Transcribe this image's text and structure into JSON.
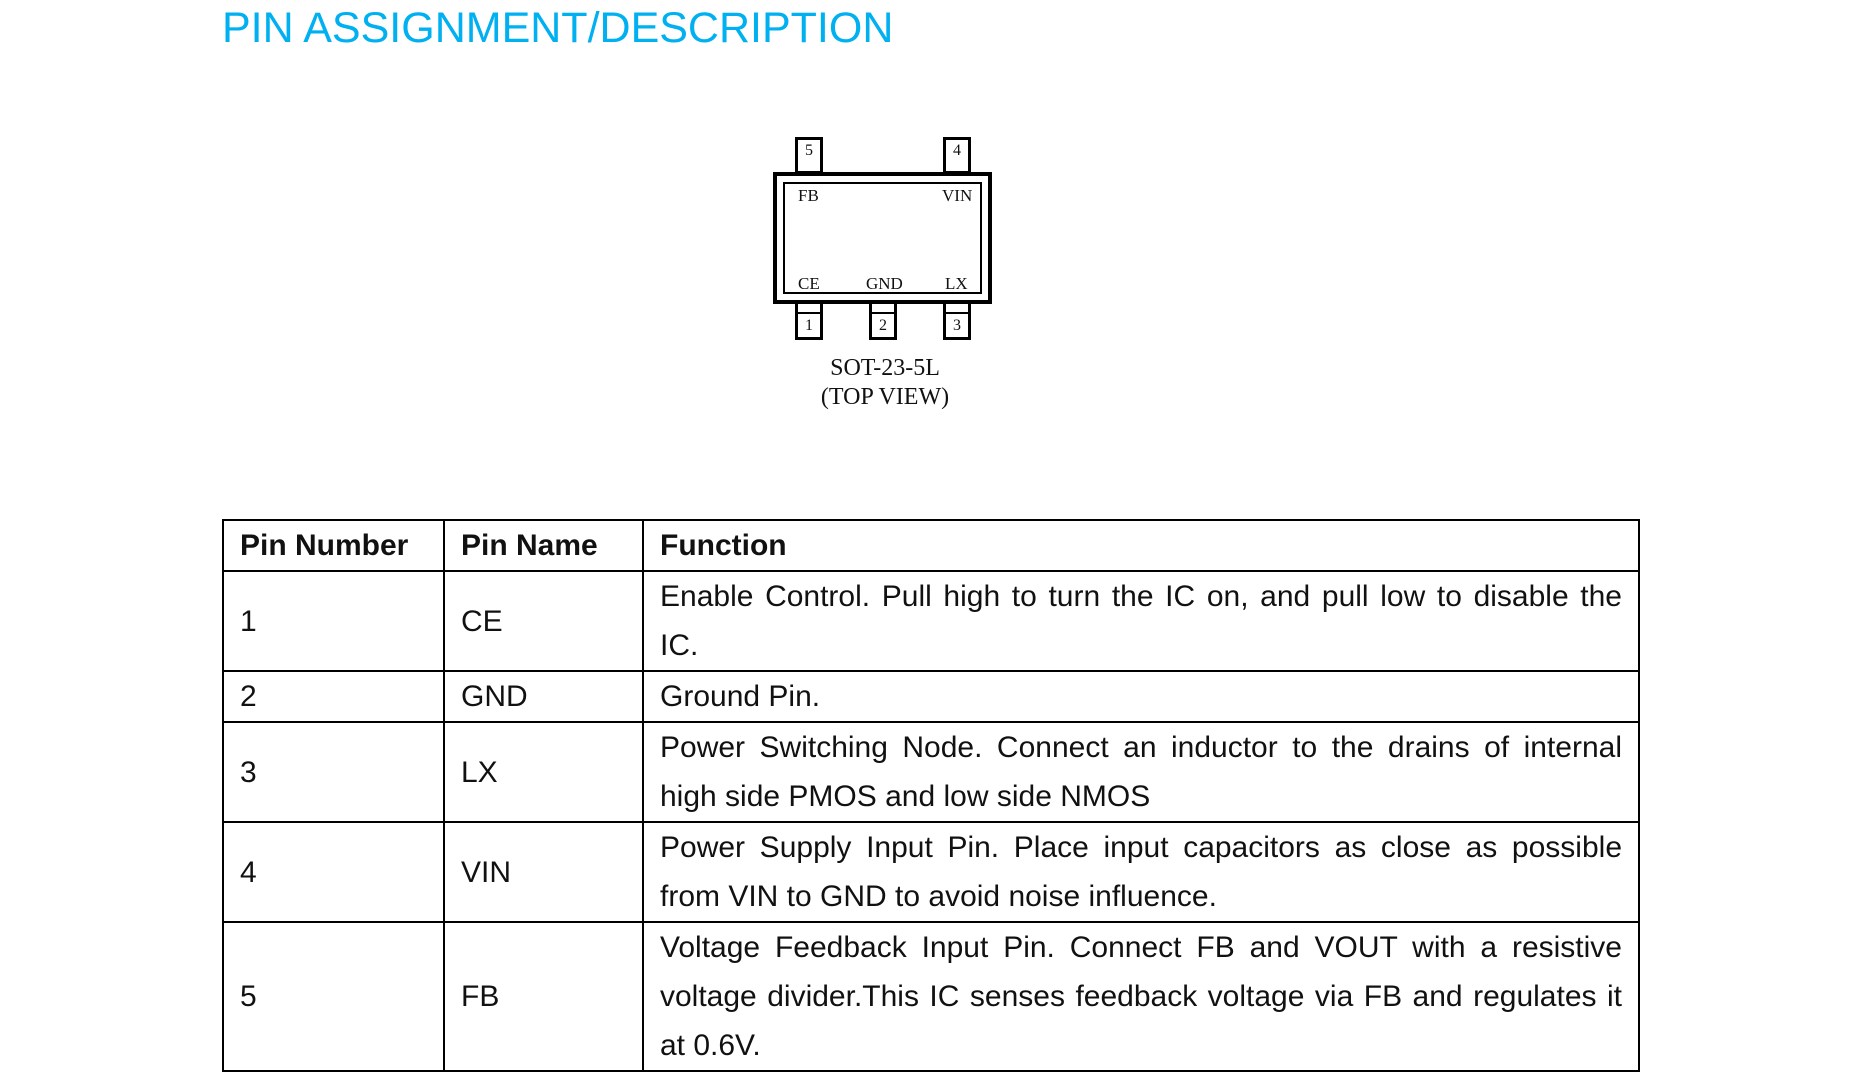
{
  "title": "PIN ASSIGNMENT/DESCRIPTION",
  "diagram": {
    "package": "SOT-23-5L",
    "view": "(TOP VIEW)",
    "pins": [
      {
        "number": "1",
        "name": "CE"
      },
      {
        "number": "2",
        "name": "GND"
      },
      {
        "number": "3",
        "name": "LX"
      },
      {
        "number": "4",
        "name": "VIN"
      },
      {
        "number": "5",
        "name": "FB"
      }
    ]
  },
  "table": {
    "headers": [
      "Pin Number",
      "Pin Name",
      "Function"
    ],
    "rows": [
      [
        "1",
        "CE",
        "Enable Control. Pull high to turn the IC on, and pull low to disable the IC."
      ],
      [
        "2",
        "GND",
        "Ground Pin."
      ],
      [
        "3",
        "LX",
        "Power Switching Node. Connect an inductor to the drains of internal high side PMOS and low side NMOS"
      ],
      [
        "4",
        "VIN",
        "Power Supply Input Pin. Place input capacitors as close as possible from VIN to GND to avoid noise influence."
      ],
      [
        "5",
        "FB",
        "Voltage Feedback Input Pin. Connect FB and VOUT with a resistive voltage divider.This IC senses feedback voltage via FB and regulates it at 0.6V."
      ]
    ]
  }
}
